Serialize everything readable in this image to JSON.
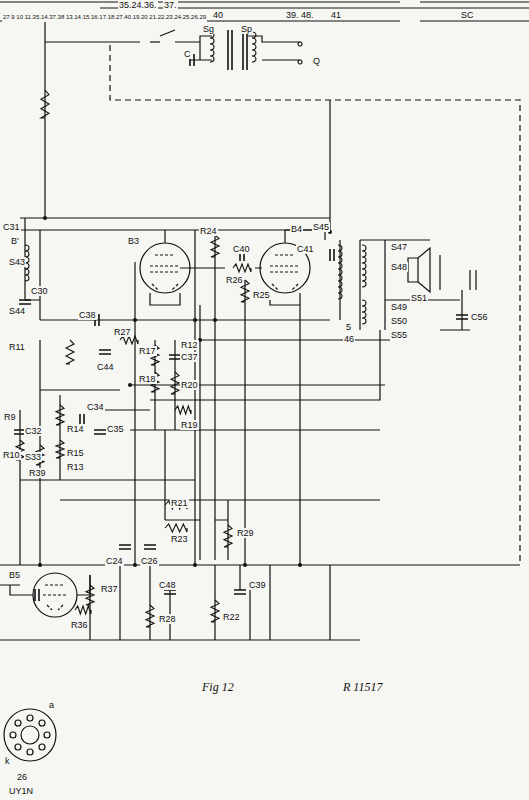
{
  "diagram": {
    "caption": "Fig 12",
    "labels": [
      "35.24.36.",
      "37.",
      "40",
      "41",
      "39. 48.",
      "SC",
      "27.9 10 11.35.14.37.38 13.14.15.16.17.18.27.40.19.20 21.22.23.24.25.26.29",
      "Sg",
      "Sp",
      "C",
      "Q",
      "C31",
      "B'",
      "S43",
      "C30",
      "S44",
      "C38",
      "R11",
      "B3",
      "R24",
      "C40",
      "R26",
      "B4",
      "C41",
      "S45",
      "S47",
      "S48",
      "S51",
      "R25",
      "C56",
      "S49",
      "S50",
      "S55",
      "5",
      "46",
      "R27",
      "C44",
      "R17",
      "R18",
      "R12",
      "C37",
      "R20",
      "R19",
      "R9",
      "C32",
      "C34",
      "C35",
      "R10",
      "S33",
      "R14",
      "R15",
      "R13",
      "R39",
      "R21",
      "R23",
      "R29",
      "C24",
      "C26",
      "B5",
      "R37",
      "R36",
      "C48",
      "C39",
      "R28",
      "R22",
      "R 11517",
      "a",
      "k",
      "26",
      "UY1N"
    ]
  }
}
